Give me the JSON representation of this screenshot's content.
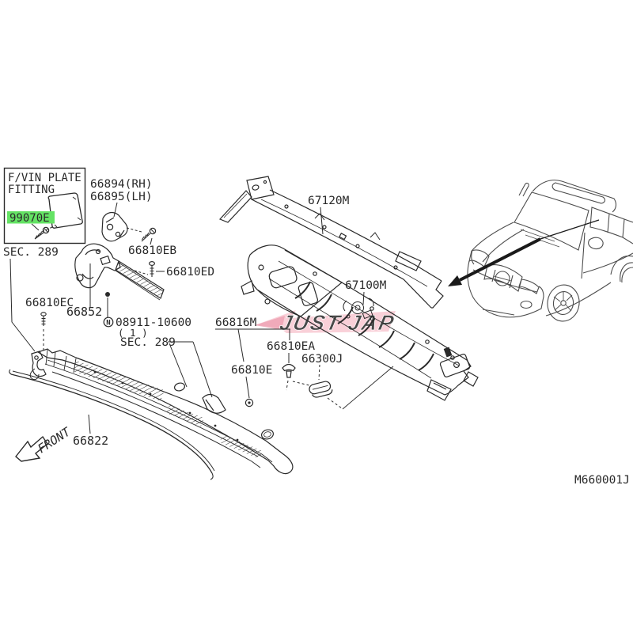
{
  "title_box": {
    "line1": "F/VIN PLATE",
    "line2": "FITTING",
    "highlighted_part": "99070E"
  },
  "labels": {
    "part_66894": "66894(RH)",
    "part_66895": "66895(LH)",
    "part_66810EB": "66810EB",
    "sec_289_left": "SEC. 289",
    "part_66810ED": "66810ED",
    "part_66810EC": "66810EC",
    "part_66852": "66852",
    "nut_prefix": "N",
    "nut_part": "08911-10600",
    "nut_qty": "( 1 )",
    "sec_289_mid": "SEC. 289",
    "part_66816M": "66816M",
    "part_66810EA": "66810EA",
    "part_66300J": "66300J",
    "part_66810E": "66810E",
    "part_67120M": "67120M",
    "part_67100M": "67100M",
    "part_66822": "66822",
    "front_direction": "FRONT",
    "diagram_code": "M660001J"
  },
  "watermark": {
    "text": "JUST JAP"
  },
  "colors": {
    "highlight_green": "#64e364",
    "drawing_line": "#2a2a2a",
    "truck_line": "#4d4d4d",
    "watermark_pink": "#f2a9b9",
    "watermark_red": "#e8404d"
  }
}
